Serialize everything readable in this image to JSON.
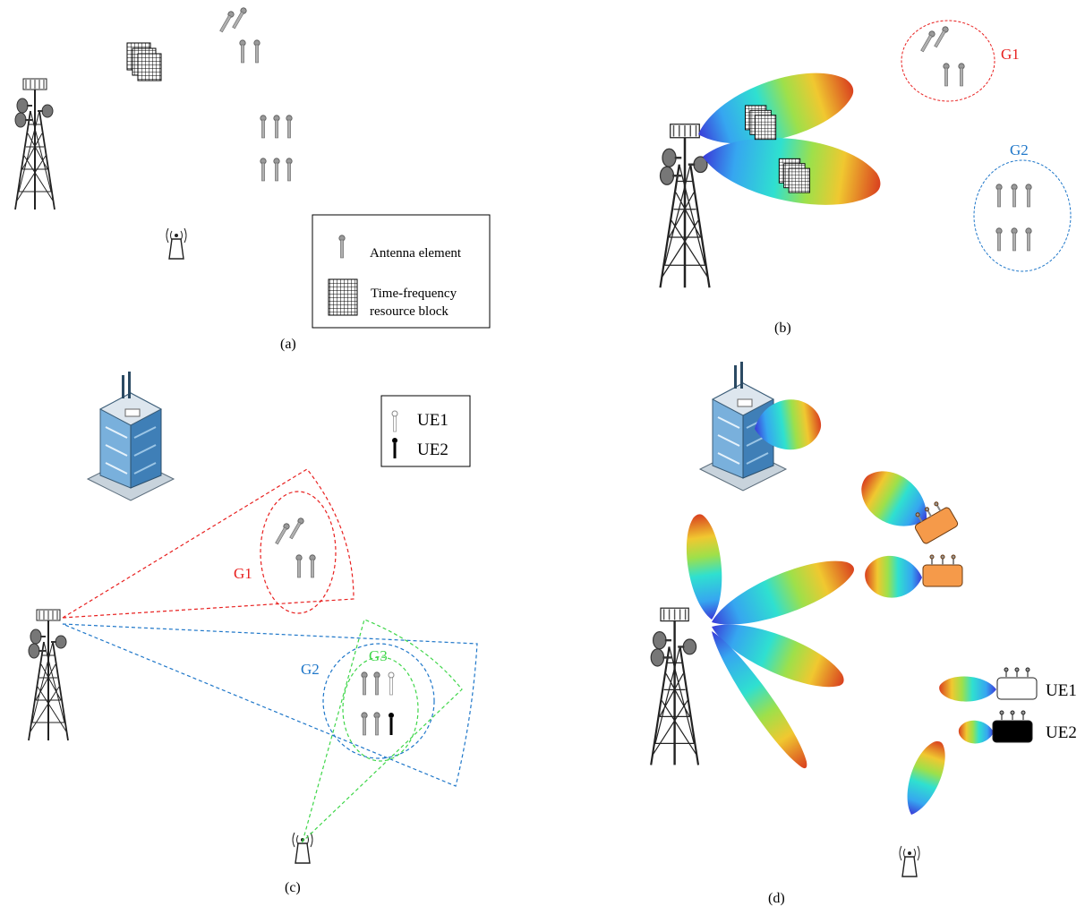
{
  "panels": {
    "a": {
      "caption": "(a)"
    },
    "b": {
      "caption": "(b)"
    },
    "c": {
      "caption": "(c)"
    },
    "d": {
      "caption": "(d)"
    }
  },
  "legend_a": {
    "antenna_label": "Antenna element",
    "block_label_line1": "Time-frequency",
    "block_label_line2": "resource block"
  },
  "legend_c": {
    "ue1": "UE1",
    "ue2": "UE2"
  },
  "groups": {
    "g1": {
      "label": "G1",
      "color": "#e8201f"
    },
    "g2": {
      "label": "G2",
      "color": "#1f77c9"
    },
    "g3": {
      "label": "G3",
      "color": "#3fd64a"
    }
  },
  "ue_labels": {
    "ue1": "UE1",
    "ue2": "UE2"
  },
  "colors": {
    "tower": "#111111",
    "antenna_grey": "#8a8a8a",
    "ue_orange": "#f59a4a",
    "building_blue": "#6fa7d4"
  }
}
